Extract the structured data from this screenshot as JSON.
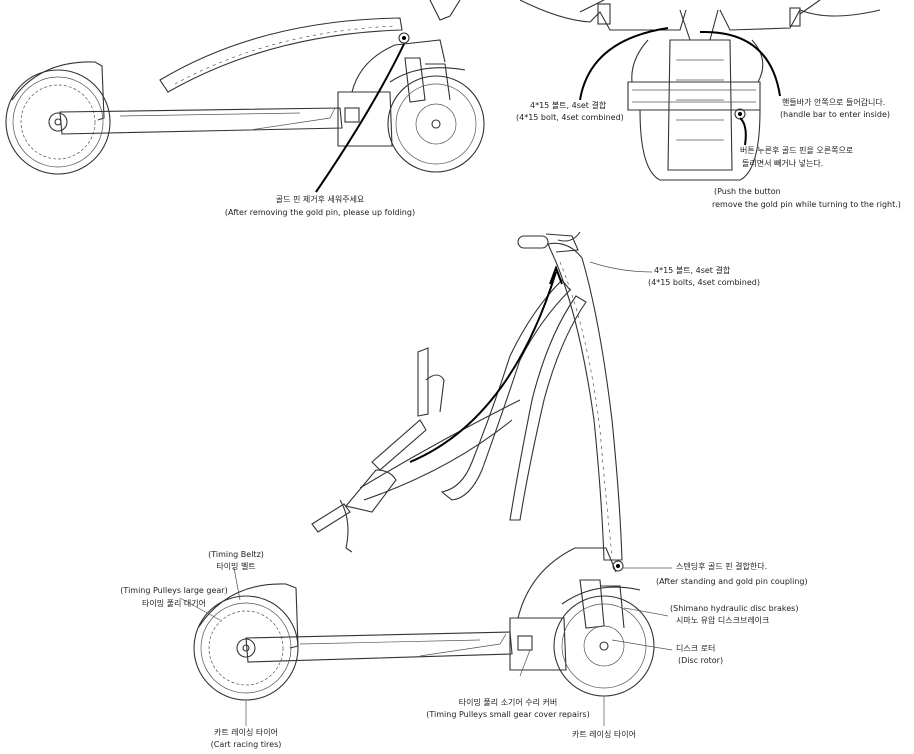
{
  "top_left": {
    "label_ko": "골드 핀 제거후 세워주세요",
    "label_en": "(After removing the gold pin, please up folding)"
  },
  "top_right": {
    "bolt_ko": "4*15 볼트, 4set 결합",
    "bolt_en": "(4*15 bolt, 4set combined)",
    "handle_ko": "핸들바가 안쪽으로 들어갑니다.",
    "handle_en": "(handle bar to enter inside)",
    "button_ko_1": "버튼 누른후 골드 핀을 오른쪽으로",
    "button_ko_2": "돌리면서 빼거나 넣는다.",
    "button_en_1": "(Push the button",
    "button_en_2": "remove the gold pin while turning to the right.)"
  },
  "main": {
    "bolt_ko": "4*15 볼트, 4set 결합",
    "bolt_en": "(4*15 bolts, 4set combined)",
    "belt_en": "(Timing Beltz)",
    "belt_ko": "타이밍 벨트",
    "pulley_large_en": "(Timing Pulleys large gear)",
    "pulley_large_ko": "타이밍 풀리 대기어",
    "stand_ko": "스텐딩후 골드 핀 결합한다.",
    "stand_en": "(After standing and gold pin coupling)",
    "brake_en": "(Shimano hydraulic disc brakes)",
    "brake_ko": "시마노 유압 디스크브레이크",
    "rotor_ko": "디스크 로터",
    "rotor_en": "(Disc rotor)",
    "cover_ko": "타이밍 풀리 소기어 수리 커버",
    "cover_en": "(Timing Pulleys small gear cover repairs)",
    "rear_tire_ko": "카트 레이싱 타이어",
    "rear_tire_en": "(Cart racing tires)",
    "front_tire_ko": "카트 레이싱 타이어"
  }
}
